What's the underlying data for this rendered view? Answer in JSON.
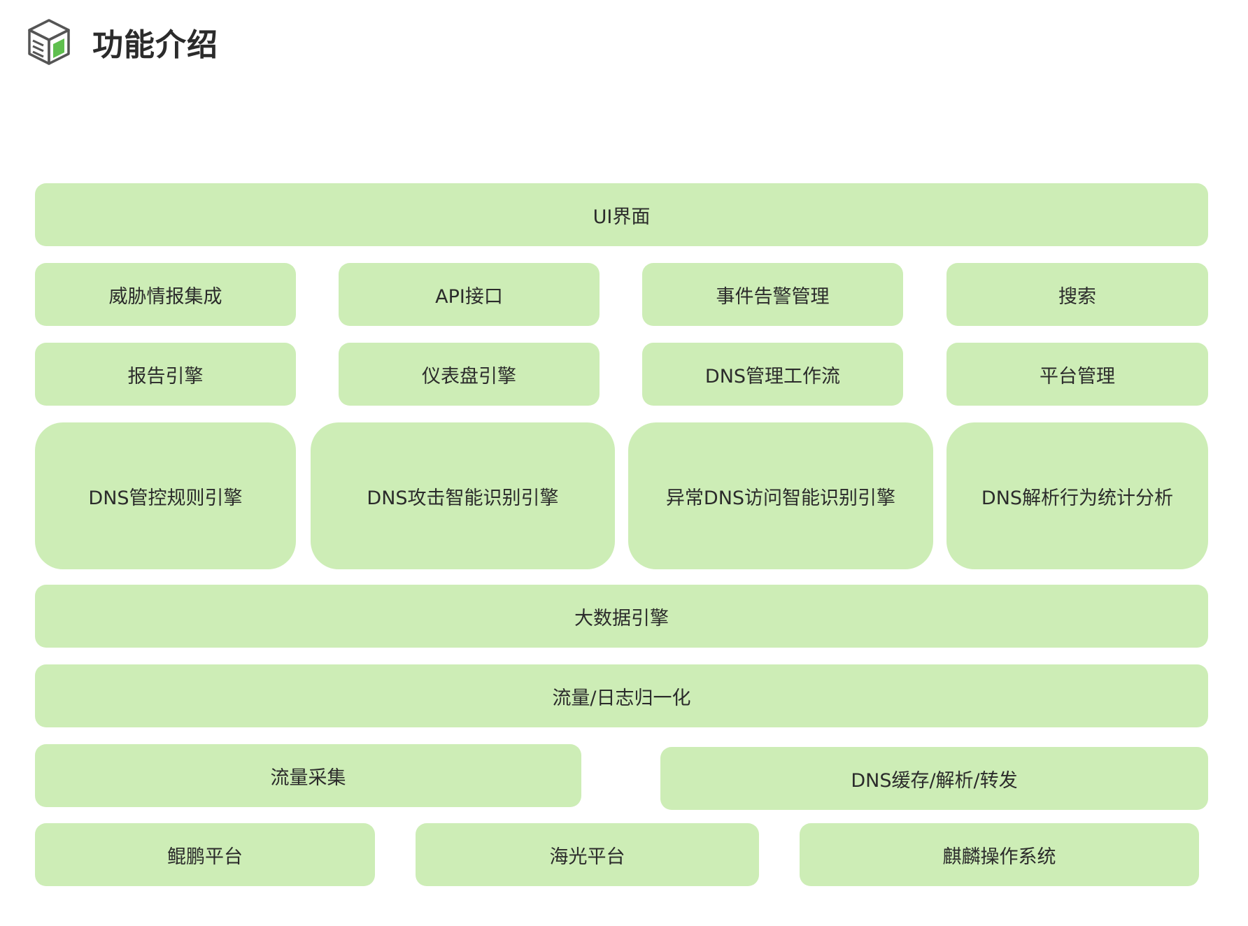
{
  "header": {
    "title": "功能介绍",
    "icon": "cube-box-icon"
  },
  "colors": {
    "box_fill": "#cdedb6",
    "text": "#2b2b2b",
    "icon_accent": "#5fbf4e"
  },
  "layers": {
    "ui": "UI界面",
    "row2": [
      "威胁情报集成",
      "API接口",
      "事件告警管理",
      "搜索"
    ],
    "row3": [
      "报告引擎",
      "仪表盘引擎",
      "DNS管理工作流",
      "平台管理"
    ],
    "row4": [
      "DNS管控规则引擎",
      "DNS攻击智能识别引擎",
      "异常DNS访问智能识别引擎",
      "DNS解析行为统计分析"
    ],
    "bigdata": "大数据引擎",
    "normalize": "流量/日志归一化",
    "collect": "流量采集",
    "dns_cache": "DNS缓存/解析/转发",
    "platforms": [
      "鲲鹏平台",
      "海光平台",
      "麒麟操作系统"
    ]
  }
}
